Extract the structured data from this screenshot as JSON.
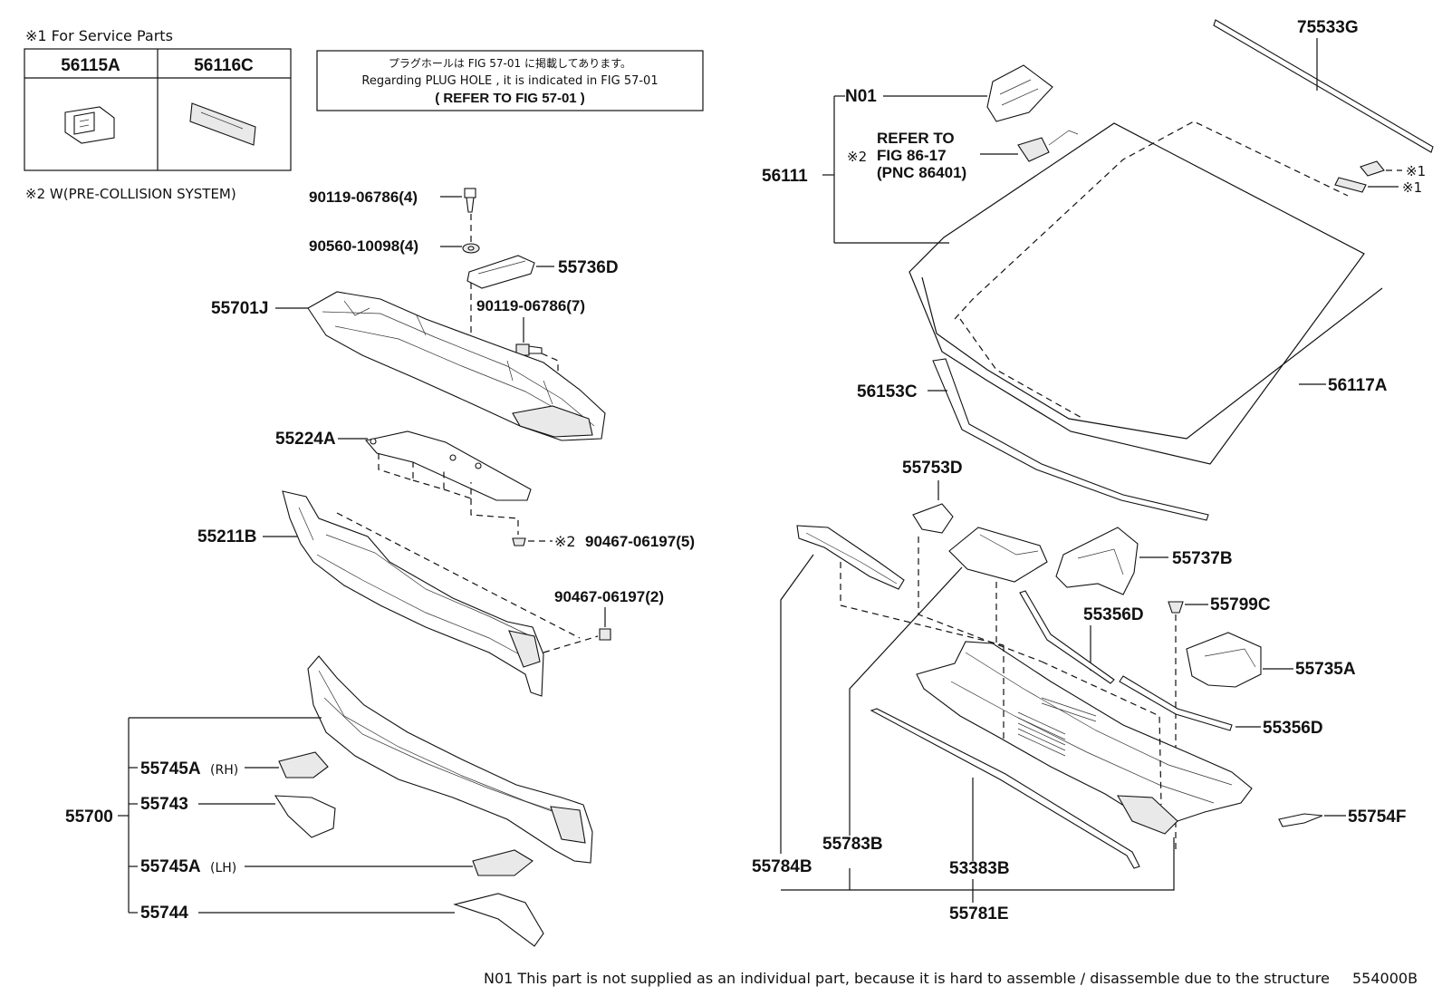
{
  "service_note": "※1 For Service Parts",
  "service_parts": [
    "56115A",
    "56116C"
  ],
  "collision_note": "※2 W(PRE-COLLISION SYSTEM)",
  "plug_note": {
    "jp": "プラグホールは FIG 57-01 に掲載してあります。",
    "en": "Regarding PLUG HOLE , it is indicated in FIG 57-01",
    "ref": "( REFER TO FIG 57-01 )"
  },
  "refer_block": [
    "REFER TO",
    "FIG 86-17",
    "(PNC 86401)"
  ],
  "mark1": "※1",
  "mark2": "※2",
  "labels": {
    "p75533G": "75533G",
    "pN01": "N01",
    "p56111": "56111",
    "p56153C": "56153C",
    "p56117A": "56117A",
    "b9011906786_4": "90119-06786(4)",
    "w9056010098_4": "90560-10098(4)",
    "p55736D": "55736D",
    "b9011906786_7": "90119-06786(7)",
    "p55701J": "55701J",
    "p55224A": "55224A",
    "p55211B": "55211B",
    "c9046706197_5": "90467-06197(5)",
    "c9046706197_2": "90467-06197(2)",
    "p55700": "55700",
    "p55745A_rh": "55745A",
    "rh": "(RH)",
    "p55743": "55743",
    "p55745A_lh": "55745A",
    "lh": "(LH)",
    "p55744": "55744",
    "p55753D": "55753D",
    "p55737B": "55737B",
    "p55356D_a": "55356D",
    "p55799C": "55799C",
    "p55735A": "55735A",
    "p55356D_b": "55356D",
    "p55754F": "55754F",
    "p55783B": "55783B",
    "p55784B": "55784B",
    "p53383B": "53383B",
    "p55781E": "55781E"
  },
  "footer_note": "N01 This part is not supplied as an individual part, because it is hard to assemble / disassemble due to the structure",
  "figure_code": "554000B"
}
